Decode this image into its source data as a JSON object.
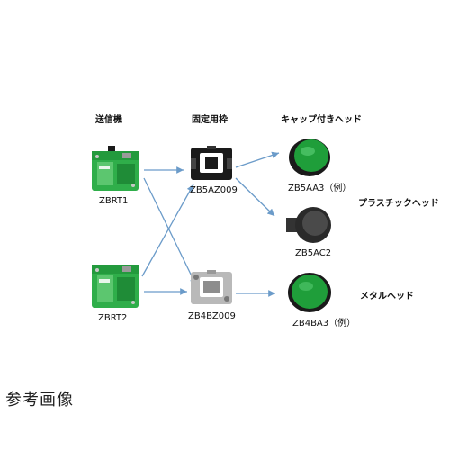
{
  "headers": {
    "transmitter": "送信機",
    "mount": "固定用枠",
    "capped_head": "キャップ付きヘッド"
  },
  "labels": {
    "zbrt1": "ZBRT1",
    "zbrt2": "ZBRT2",
    "zb5az009": "ZB5AZ009",
    "zb4bz009": "ZB4BZ009",
    "zb5aa3": "ZB5AA3（例）",
    "zb5ac2": "ZB5AC2",
    "zb4ba3": "ZB4BA3（例）"
  },
  "side_labels": {
    "plastic_head": "プラスチックヘッド",
    "metal_head": "メタルヘッド"
  },
  "caption": "参考画像",
  "colors": {
    "arrow": "#6b9bc9",
    "button_green": "#1f9e3a",
    "module_green": "#2fae4a",
    "black": "#1a1a1a"
  }
}
